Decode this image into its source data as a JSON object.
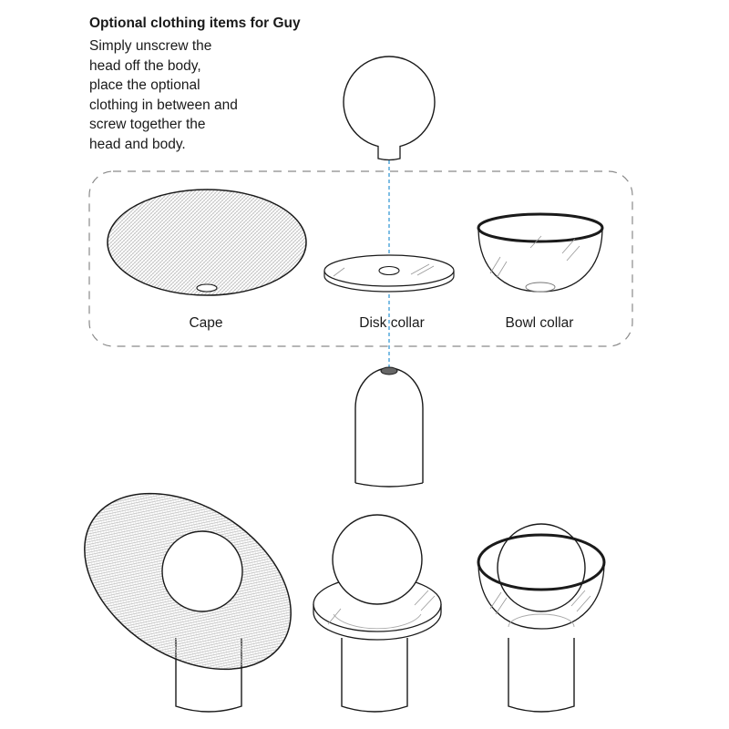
{
  "diagram": {
    "title": "Optional clothing items for Guy",
    "instructions": [
      "Simply unscrew the",
      "head off the body,",
      "place the optional",
      "clothing in between and",
      "screw together the",
      "head and body."
    ],
    "items": {
      "cape": "Cape",
      "disk_collar": "Disk collar",
      "bowl_collar": "Bowl collar"
    },
    "colors": {
      "line": "#1a1a1a",
      "guide": "#3a9bd5",
      "box": "#8a8a8a",
      "hatch": "#b5b5b5",
      "glass": "#999999"
    }
  }
}
